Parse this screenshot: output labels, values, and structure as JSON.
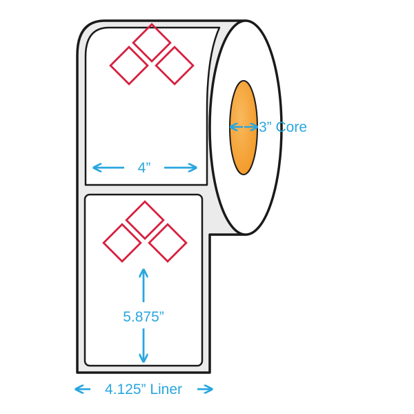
{
  "labels": {
    "core": "3” Core",
    "label_width": "4”",
    "label_height": "5.875”",
    "liner_width": "4.125” Liner"
  },
  "colors": {
    "dimension": "#29a6de",
    "hazard": "#d71f3f",
    "outline": "#1a1a1a",
    "roll_side": "#ebebeb",
    "core_fill": "#f39a27",
    "core_highlight": "#f8b95e"
  },
  "icons": {
    "hazard_symbol": "ghs-diamond-cluster-icon"
  }
}
